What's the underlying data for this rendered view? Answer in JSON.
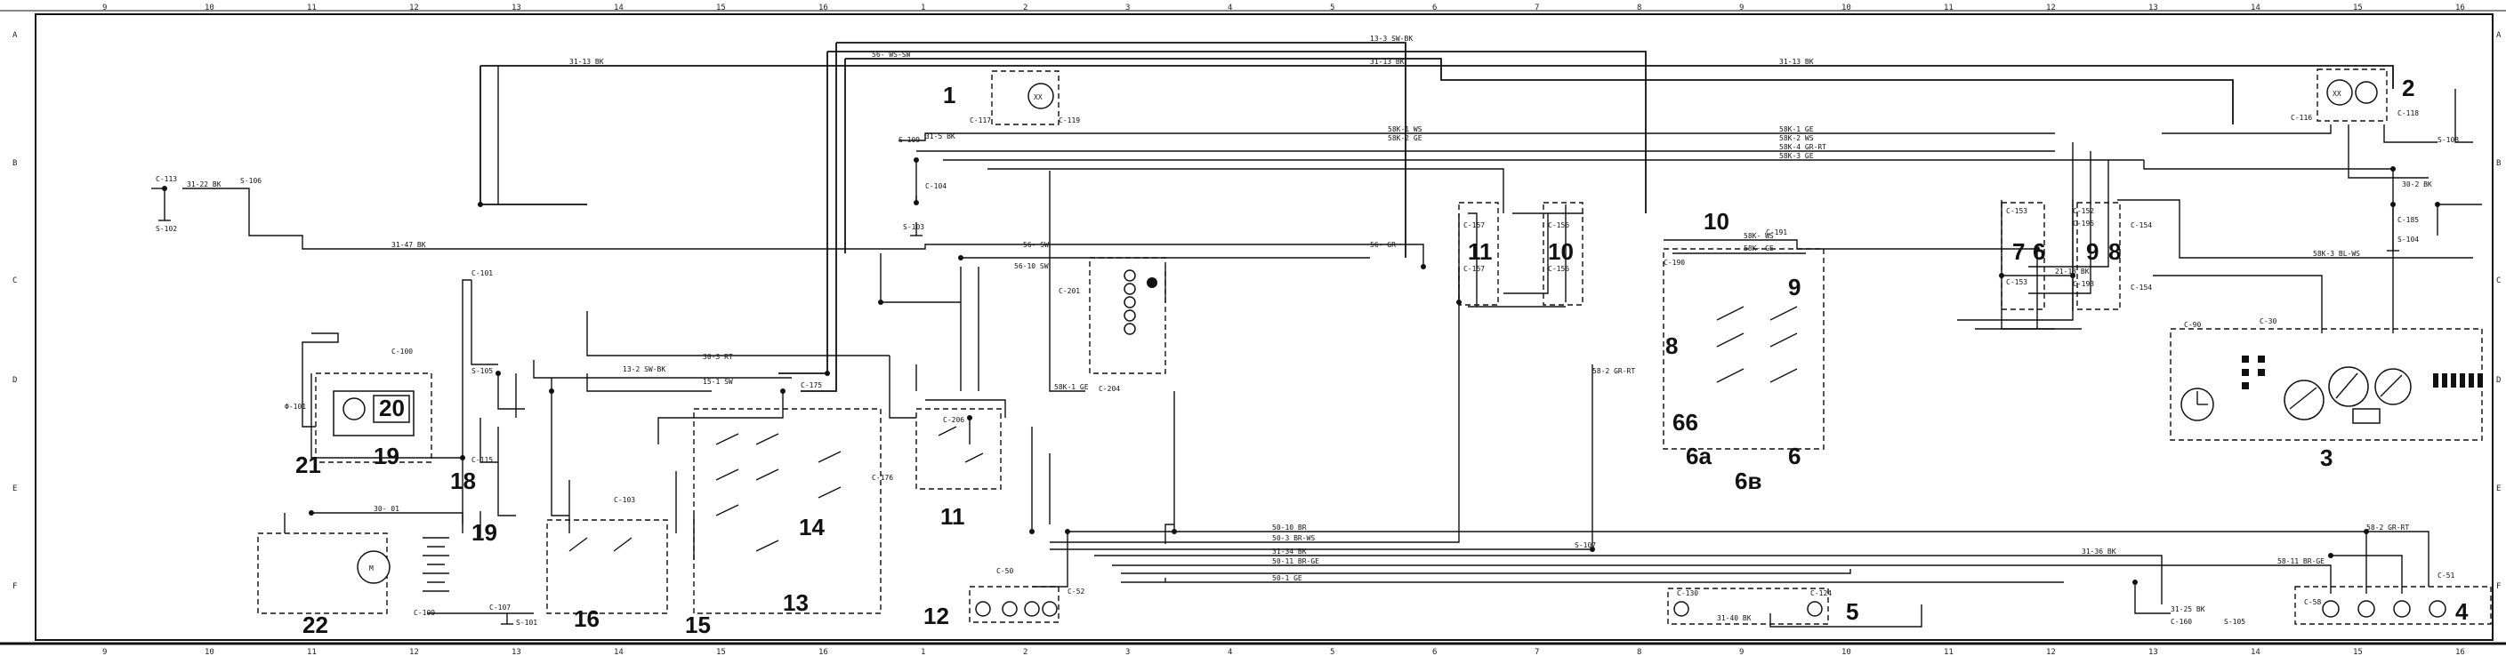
{
  "grid": {
    "top": [
      "9",
      "10",
      "11",
      "12",
      "13",
      "14",
      "15",
      "16",
      "1",
      "2",
      "3",
      "4",
      "5",
      "6",
      "7",
      "8",
      "9",
      "10",
      "11",
      "12",
      "13",
      "14",
      "15",
      "16"
    ],
    "bottom": [
      "9",
      "10",
      "11",
      "12",
      "13",
      "14",
      "15",
      "16",
      "1",
      "2",
      "3",
      "4",
      "5",
      "6",
      "7",
      "8",
      "9",
      "10",
      "11",
      "12",
      "13",
      "14",
      "15",
      "16"
    ],
    "left": [
      "A",
      "B",
      "C",
      "D",
      "E",
      "F"
    ],
    "right": [
      "A",
      "B",
      "C",
      "D",
      "E",
      "F"
    ]
  },
  "components": {
    "c1": "1",
    "c2": "2",
    "c3": "3",
    "c4": "4",
    "c5": "5",
    "c6": "6",
    "c6a": "6a",
    "c6b": "6в",
    "c66": "66",
    "c7": "7",
    "c8": "8",
    "c9": "9",
    "c10": "10",
    "c11": "11",
    "c12": "12",
    "c13": "13",
    "c14": "14",
    "c15": "15",
    "c16": "16",
    "c18": "18",
    "c19": "19",
    "c20": "20",
    "c21": "21",
    "c22": "22"
  },
  "wires": {
    "w_31_13_top": "31-13 BK",
    "w_31_13_right": "31-13 BK",
    "w_56_ws_sw": "56- WS-SW",
    "w_13_3": "13-3 SW-BK",
    "w_31_13_mid": "31-13 BK",
    "w_31_22": "31-22 BK",
    "w_31_47": "31-47 BK",
    "w_56_sw": "56- SW",
    "w_56_10": "56-10 SW",
    "w_58_gr": "56- GR",
    "w_58k_1": "58K-1 GE",
    "w_58k_2": "58K-2 WS",
    "w_58k_4": "58K-4 GR-RT",
    "w_58k_3": "58K-3 GE",
    "w_58_1_ws": "58K-1 WS",
    "w_58_2_ge": "58K-2 GE",
    "w_58_ws": "58K- WS",
    "w_58_ge": "58K- GE",
    "w_58_3_bl": "58K-3 BL-WS",
    "w_21_13": "21-13 BK",
    "w_30_3": "30-3 RT",
    "w_15_1": "15-1 SW",
    "w_13_2": "13-2 SW-BK",
    "w_58k_gr": "58K-1 GE",
    "w_50_10": "50-10 BR",
    "w_50_3": "50-3 BR-WS",
    "w_50_24": "31-34 BK",
    "w_50_11": "50-11 BR-GE",
    "w_50_1": "50-1 GE",
    "w_31_36": "31-36 BK",
    "w_58_2_gr": "58-2 GR-RT",
    "w_58_11": "58-11 BR-GE",
    "w_31_40": "31-40 BK",
    "w_31_25": "31-25 BK",
    "w_30_01": "30- 01",
    "w_31_5": "31-5 BK",
    "w_58_2": "58-2 GR-RT",
    "w_30_2": "30-2 BK"
  },
  "connectors": {
    "c113": "C-113",
    "s102": "S-102",
    "s106": "S-106",
    "c101": "C-101",
    "c100": "C-100",
    "c116": "C-116",
    "c118": "C-118",
    "c117": "C-117",
    "c119": "C-119",
    "s108": "S-108",
    "c104": "C-104",
    "s103": "S-103",
    "c157a": "C-157",
    "c157b": "C-157",
    "c156a": "C-156",
    "c156b": "C-156",
    "c191": "C-191",
    "c190": "C-190",
    "c153a": "C-153",
    "c153b": "C-153",
    "c152": "C-152",
    "c195": "C-195",
    "c193": "C-193",
    "c154a": "C-154",
    "c154b": "C-154",
    "c185": "C-185",
    "s104": "S-104",
    "s109": "S-109",
    "c201": "C-201",
    "c204": "C-204",
    "c206": "C-206",
    "c175": "C-175",
    "c176": "C-176",
    "c103": "C-103",
    "s105": "S-105",
    "c115": "C-115",
    "c109": "C-109",
    "c107": "C-107",
    "s101": "S-101",
    "s107": "S-107",
    "c50": "C-50",
    "c52": "C-52",
    "c130": "C-130",
    "c124": "C-124",
    "c160": "C-160",
    "s105b": "S-105",
    "c51": "C-51",
    "c58": "C-58",
    "c90": "C-90",
    "c30": "C-30",
    "b101": "Ф-101"
  }
}
